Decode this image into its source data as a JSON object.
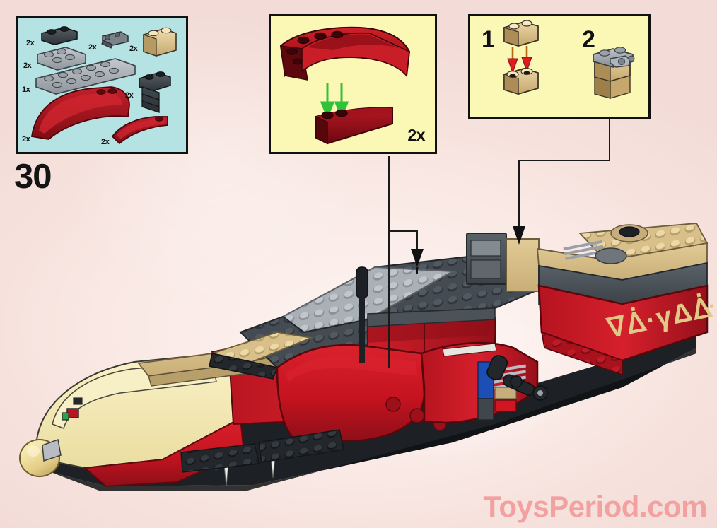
{
  "page": {
    "background_color": "#f8e6e2",
    "step_number": "30"
  },
  "parts_box": {
    "name": "parts-inventory",
    "background_color": "#b5e3e3",
    "border_color": "#111111",
    "parts": [
      {
        "qty": "2x",
        "color": "#3a3f44",
        "shape": "plate-1x2",
        "label": "dark grey plate 1x2"
      },
      {
        "qty": "2x",
        "color": "#5a6065",
        "shape": "hinge-small",
        "label": "dark grey small hinge"
      },
      {
        "qty": "2x",
        "color": "#d9bd86",
        "shape": "brick-1x2",
        "label": "tan brick 1x2"
      },
      {
        "qty": "2x",
        "color": "#9aa0a5",
        "shape": "plate-2x3",
        "label": "light grey plate 2x3"
      },
      {
        "qty": "1x",
        "color": "#9aa0a5",
        "shape": "plate-2x8",
        "label": "light grey plate 2x8"
      },
      {
        "qty": "2x",
        "color": "#3a3f44",
        "shape": "bracket-stack",
        "label": "dark grey bracket"
      },
      {
        "qty": "2x",
        "color": "#b01b25",
        "shape": "curved-slope-large",
        "label": "red large curved slope"
      },
      {
        "qty": "2x",
        "color": "#b01b25",
        "shape": "curved-slope-small",
        "label": "red small curved slope"
      }
    ]
  },
  "sub_box_a": {
    "name": "sub-assembly-a",
    "background_color": "#fbf8b6",
    "border_color": "#111111",
    "quantity_label": "2x",
    "arrow_color": "#2fc23a",
    "pieces": [
      {
        "color": "#b81c27",
        "label": "red large curved slope 4x6"
      },
      {
        "color": "#a0161f",
        "label": "red curved slope 1x6"
      }
    ]
  },
  "sub_box_b": {
    "name": "sub-assembly-b",
    "background_color": "#fbf8b6",
    "border_color": "#111111",
    "arrow_color": "#e01b20",
    "steps": [
      {
        "number": "1",
        "label": "attach tan brick onto tan brick"
      },
      {
        "number": "2",
        "label": "result with grey hinge plate on top"
      }
    ],
    "pieces": [
      {
        "color": "#d7b87e",
        "label": "tan brick 1x2"
      },
      {
        "color": "#9aa2a8",
        "label": "light grey hinge plate"
      }
    ]
  },
  "model": {
    "name": "starship-assembly",
    "hull_marking": "ᐁᐄ·γΔᐑᐑ",
    "colors": {
      "red": "#c5131f",
      "dark_red": "#8d0f18",
      "cream": "#f5eab5",
      "tan": "#d9c08a",
      "dark_grey": "#3f464c",
      "mid_grey": "#6e757b",
      "light_grey": "#a8aeb4",
      "black": "#1b1e21",
      "gold": "#e8d48e",
      "blue": "#1b4fb5"
    }
  },
  "watermark": {
    "text": "ToysPeriod.com",
    "color": "#f2a0a0"
  }
}
